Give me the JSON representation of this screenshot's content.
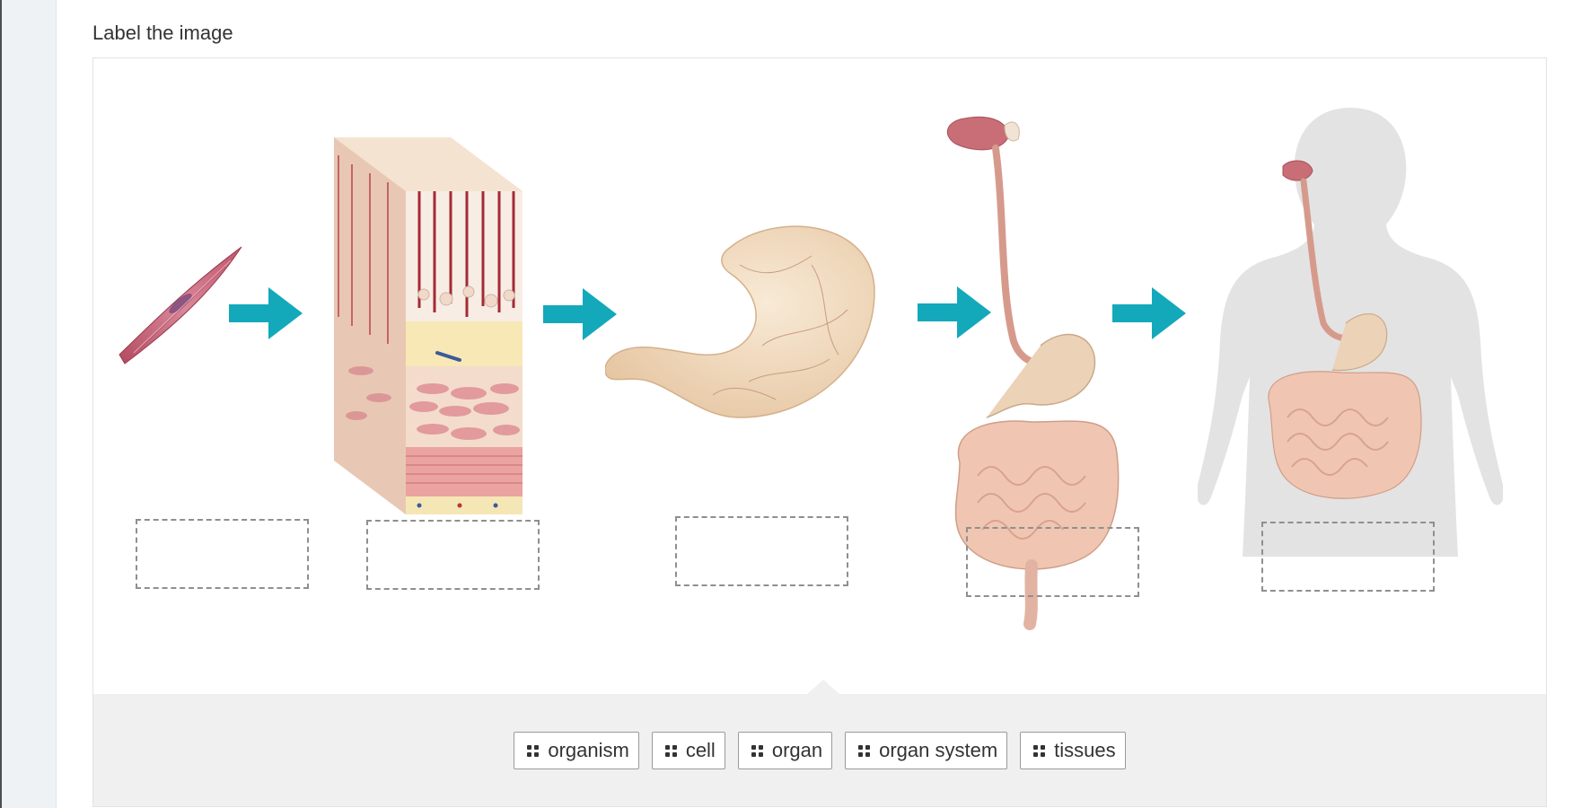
{
  "prompt": "Label the image",
  "illustrations": [
    {
      "name": "cell",
      "icon": "muscle-cell-illustration"
    },
    {
      "name": "tissue",
      "icon": "tissue-block-illustration"
    },
    {
      "name": "organ",
      "icon": "stomach-illustration"
    },
    {
      "name": "organ-system",
      "icon": "digestive-system-illustration"
    },
    {
      "name": "organism",
      "icon": "human-body-illustration"
    }
  ],
  "arrows": {
    "color": "#13a9bb",
    "icon": "right-arrow-icon",
    "count": 4
  },
  "drop_targets": [
    "",
    "",
    "",
    "",
    ""
  ],
  "word_bank": [
    {
      "label": "organism",
      "icon": "drag-handle-icon"
    },
    {
      "label": "cell",
      "icon": "drag-handle-icon"
    },
    {
      "label": "organ",
      "icon": "drag-handle-icon"
    },
    {
      "label": "organ system",
      "icon": "drag-handle-icon"
    },
    {
      "label": "tissues",
      "icon": "drag-handle-icon"
    }
  ]
}
